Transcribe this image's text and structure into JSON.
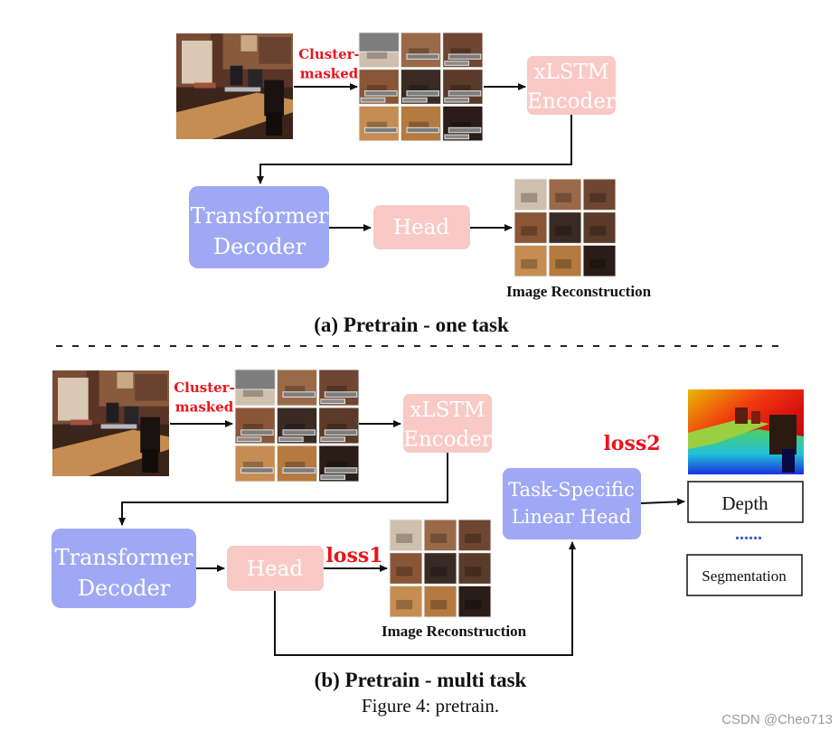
{
  "colors": {
    "encoder_fill": "#f9c9c6",
    "head_fill": "#f9c9c6",
    "decoder_fill": "#9fa8f4",
    "taskhead_fill": "#9fa8f4",
    "arrow": "#111111",
    "mask_red": "#e8151b",
    "loss_red": "#e8151b",
    "dots_blue": "#3357c4",
    "box_text_light": "#ffffff"
  },
  "section_a": {
    "input_label": "Cluster-\nmasked",
    "encoder": "xLSTM\nEncoder",
    "decoder": "Transformer\nDecoder",
    "head": "Head",
    "output_label": "Image Reconstruction",
    "caption": "(a) Pretrain - one task"
  },
  "section_b": {
    "input_label": "Cluster-\nmasked",
    "encoder": "xLSTM\nEncoder",
    "decoder": "Transformer\nDecoder",
    "head": "Head",
    "loss1": "loss1",
    "loss2": "loss2",
    "output_label": "Image Reconstruction",
    "task_head": "Task-Specific\nLinear Head",
    "depth": "Depth",
    "dots": "......",
    "segmentation": "Segmentation",
    "caption": "(b) Pretrain - multi task"
  },
  "figure_caption": "Figure 4: pretrain.",
  "watermark": "CSDN @Cheo713"
}
